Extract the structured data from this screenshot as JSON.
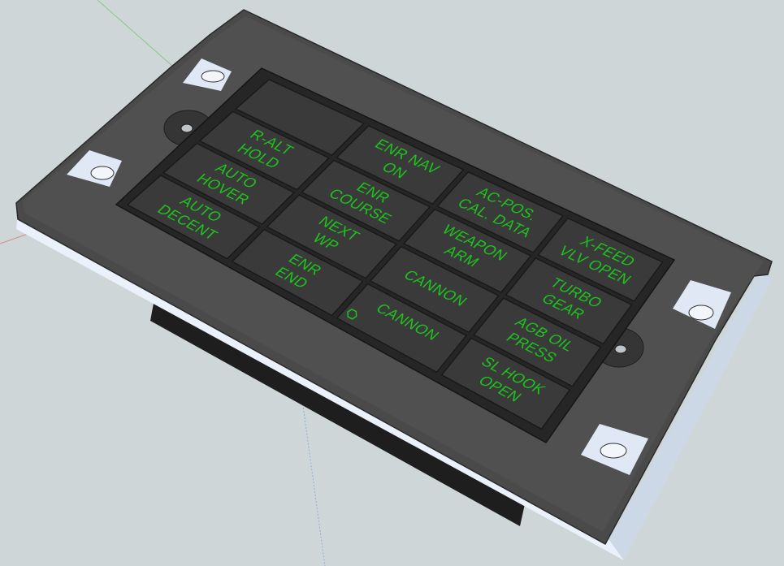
{
  "panel": {
    "label_color": "#1ec21e",
    "tiles": [
      {
        "id": "blank",
        "lines": []
      },
      {
        "id": "r-alt-hold",
        "lines": [
          "R-ALT",
          "HOLD"
        ]
      },
      {
        "id": "enr-nav-on",
        "lines": [
          "ENR NAV",
          "ON"
        ]
      },
      {
        "id": "auto-hover",
        "lines": [
          "AUTO",
          "HOVER"
        ]
      },
      {
        "id": "enr-course",
        "lines": [
          "ENR",
          "COURSE"
        ]
      },
      {
        "id": "ac-pos-cal-data",
        "lines": [
          "AC-POS.",
          "CAL. DATA"
        ]
      },
      {
        "id": "auto-decent",
        "lines": [
          "AUTO",
          "DECENT"
        ]
      },
      {
        "id": "next-wp",
        "lines": [
          "NEXT",
          "WP"
        ]
      },
      {
        "id": "weapon-arm",
        "lines": [
          "WEAPON",
          "ARM"
        ]
      },
      {
        "id": "x-feed-vlv-open",
        "lines": [
          "X-FEED",
          "VLV OPEN"
        ]
      },
      {
        "id": "enr-end",
        "lines": [
          "ENR",
          "END"
        ]
      },
      {
        "id": "cannon",
        "lines": [
          "CANNON"
        ]
      },
      {
        "id": "turbo-gear",
        "lines": [
          "TURBO",
          "GEAR"
        ]
      },
      {
        "id": "cannon-hex",
        "lines": [
          "CANNON"
        ],
        "icon": "hexagon-icon"
      },
      {
        "id": "agb-oil-press",
        "lines": [
          "AGB OIL",
          "PRESS"
        ]
      },
      {
        "id": "sl-hook-open",
        "lines": [
          "SL HOOK",
          "OPEN"
        ]
      }
    ]
  }
}
